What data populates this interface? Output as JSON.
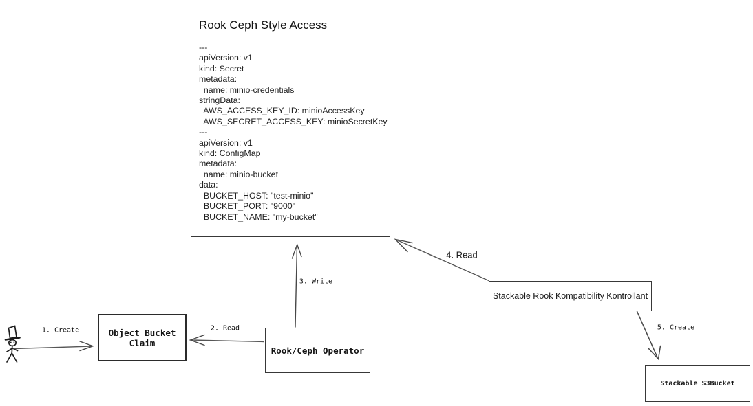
{
  "canvas": {
    "background": "#ffffff",
    "line_color": "#565656",
    "border_color": "#383838",
    "text_color": "#1a1a1a"
  },
  "spec_box": {
    "title": "Rook Ceph Style Access",
    "yaml_lines": [
      "---",
      "apiVersion: v1",
      "kind: Secret",
      "metadata:",
      "  name: minio-credentials",
      "stringData:",
      "  AWS_ACCESS_KEY_ID: minioAccessKey",
      "  AWS_SECRET_ACCESS_KEY: minioSecretKey",
      "---",
      "apiVersion: v1",
      "kind: ConfigMap",
      "metadata:",
      "  name: minio-bucket",
      "data:",
      "  BUCKET_HOST: \"test-minio\"",
      "  BUCKET_PORT: \"9000\"",
      "  BUCKET_NAME: \"my-bucket\""
    ]
  },
  "nodes": {
    "object_bucket_claim": {
      "line1": "Object Bucket",
      "line2": "Claim"
    },
    "rook_ceph_operator": {
      "label": "Rook/Ceph Operator"
    },
    "stackable_kontrollant": {
      "label": "Stackable Rook Kompatibility Kontrollant"
    },
    "stackable_s3bucket": {
      "label": "Stackable S3Bucket"
    }
  },
  "edges": {
    "create_obc": {
      "label": "1. Create"
    },
    "read_obc": {
      "label": "2. Read"
    },
    "write_spec": {
      "label": "3. Write"
    },
    "read_spec": {
      "label": "4. Read"
    },
    "create_s3bucket": {
      "label": "5. Create"
    }
  },
  "actor": {
    "icon": "person-with-top-hat"
  }
}
